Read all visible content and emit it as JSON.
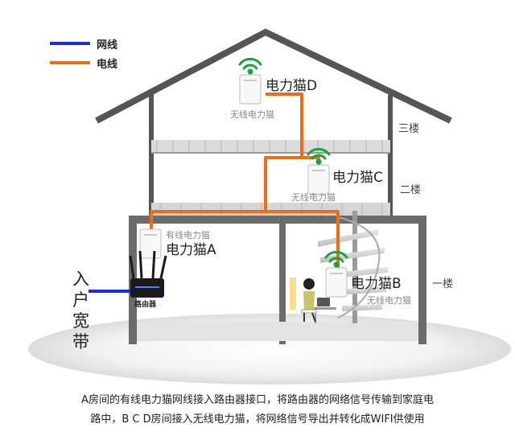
{
  "legend": [
    {
      "label": "网线",
      "color": "#1a2fd6"
    },
    {
      "label": "电线",
      "color": "#f06a1c"
    }
  ],
  "devices": {
    "d": {
      "name": "电力猫D",
      "subtitle": "无线电力猫"
    },
    "c": {
      "name": "电力猫C",
      "subtitle": "无线电力猫"
    },
    "a": {
      "name": "电力猫A",
      "subtitle": "有线电力猫"
    },
    "b": {
      "name": "电力猫B",
      "subtitle": "无线电力猫"
    }
  },
  "router_label": "路由器",
  "entry_label": [
    "入",
    "户",
    "宽",
    "带"
  ],
  "floors": {
    "third": "三楼",
    "second": "二楼",
    "first": "一楼"
  },
  "caption": [
    "A房间的有线电力猫网线接入路由器接口，将路由器的网络信号传输到家庭电",
    "路中，B C D房间接入无线电力猫，将网络信号导出并转化成WIFI供使用"
  ],
  "colors": {
    "network": "#1a2fd6",
    "power": "#f06a1c",
    "wifi": "#1aa33c",
    "walls": "#555555"
  }
}
